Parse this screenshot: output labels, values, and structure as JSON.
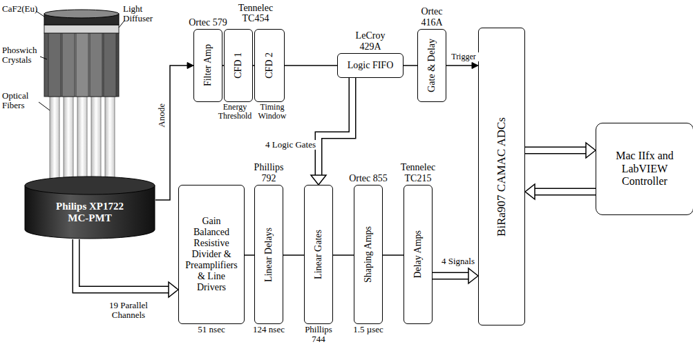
{
  "diagram": {
    "nodes": [
      {
        "text": [
          "Philips XP1722 MC-PMT"
        ]
      },
      {
        "text": [
          "Ortec 579",
          "Filter Amp"
        ]
      },
      {
        "text": [
          "CFD 1",
          "Energy Threshold"
        ]
      },
      {
        "text": [
          "CFD 2",
          "Timing Window"
        ]
      },
      {
        "text": [
          "LeCroy 429A",
          "Logic FIFO"
        ]
      },
      {
        "text": [
          "Ortec 416A",
          "Gate & Delay"
        ]
      },
      {
        "text": [
          "BiRa907 CAMAC ADCs"
        ]
      },
      {
        "text": [
          "Mac IIfx and LabVIEW Controller"
        ]
      },
      {
        "text": [
          "Gain Balanced Resistive Divider & Preamplifiers & Line Drivers",
          "51 nsec"
        ]
      },
      {
        "text": [
          "Phillips 792",
          "Linear Delays",
          "124 nsec"
        ]
      },
      {
        "text": [
          "Linear Gates",
          "Phillips 744"
        ]
      },
      {
        "text": [
          "Ortec 855",
          "Shaping Amps",
          "1.5 µsec"
        ]
      },
      {
        "text": [
          "Tennelec TC215",
          "Delay Amps"
        ]
      }
    ],
    "edges": [
      {
        "from": 0,
        "to": 1,
        "arrow": "to",
        "label": "Anode"
      },
      {
        "from": 1,
        "to": 2,
        "arrow": "none"
      },
      {
        "from": 2,
        "to": 3,
        "arrow": "none"
      },
      {
        "from": 3,
        "to": 4,
        "arrow": "none"
      },
      {
        "from": 4,
        "to": 5,
        "arrow": "none"
      },
      {
        "from": 5,
        "to": 6,
        "arrow": "to",
        "label": "Trigger"
      },
      {
        "from": 4,
        "to": 10,
        "arrow": "to",
        "label": "4 Logic Gates"
      },
      {
        "from": 0,
        "to": 8,
        "arrow": "to",
        "label": "19 Parallel Channels"
      },
      {
        "from": 8,
        "to": 9,
        "arrow": "none"
      },
      {
        "from": 9,
        "to": 10,
        "arrow": "none"
      },
      {
        "from": 10,
        "to": 11,
        "arrow": "none"
      },
      {
        "from": 11,
        "to": 12,
        "arrow": "none"
      },
      {
        "from": 12,
        "to": 6,
        "arrow": "to",
        "label": "4 Signals"
      },
      {
        "from": 6,
        "to": 7,
        "arrow": "to"
      },
      {
        "from": 7,
        "to": 6,
        "arrow": "to"
      }
    ],
    "labels": [
      "CaF2(Eu)",
      "Light Diffuser",
      "Phoswich Crystals",
      "Optical Fibers",
      "Tennelec TC454"
    ]
  }
}
